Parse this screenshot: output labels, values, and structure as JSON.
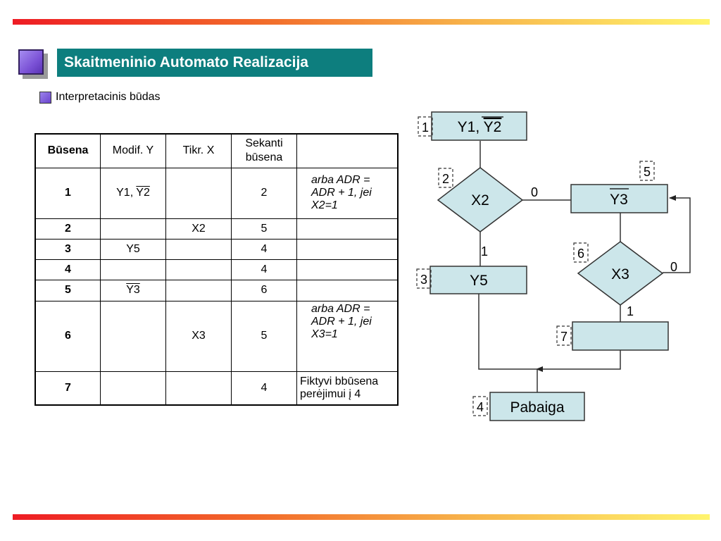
{
  "slide": {
    "title": "Skaitmeninio Automato Realizacija",
    "subtitle": "Interpretacinis būdas"
  },
  "table": {
    "headers": [
      "Būsena",
      "Modif. Y",
      "Tikr. X",
      "Sekanti\nbūsena",
      ""
    ],
    "rows": [
      {
        "state": "1",
        "y_plain": "Y1, ",
        "y_bar": "Y2",
        "x": "",
        "next": "2",
        "note": "arba ADR = ADR + 1, jei X2=1"
      },
      {
        "state": "2",
        "y_plain": "",
        "y_bar": "",
        "x": "X2",
        "next": "5",
        "note": ""
      },
      {
        "state": "3",
        "y_plain": "Y5",
        "y_bar": "",
        "x": "",
        "next": "4",
        "note": ""
      },
      {
        "state": "4",
        "y_plain": "",
        "y_bar": "",
        "x": "",
        "next": "4",
        "note": ""
      },
      {
        "state": "5",
        "y_plain": "",
        "y_bar": "Y3",
        "x": "",
        "next": "6",
        "note": ""
      },
      {
        "state": "6",
        "y_plain": "",
        "y_bar": "",
        "x": "X3",
        "next": "5",
        "note": "arba ADR = ADR + 1, jei X3=1"
      },
      {
        "state": "7",
        "y_plain": "",
        "y_bar": "",
        "x": "",
        "next": "4",
        "note": "Fiktyvi bbūsena perėjimui į 4"
      }
    ]
  },
  "flowchart": {
    "nodes": {
      "start_block": {
        "label_plain": "Y1, ",
        "label_bar": "Y2",
        "tag": "1"
      },
      "cond_x2": {
        "label": "X2",
        "tag": "2"
      },
      "block_y5": {
        "label": "Y5",
        "tag": "3"
      },
      "end_block": {
        "label": "Pabaiga",
        "tag": "4"
      },
      "block_y3": {
        "label": "Y3",
        "tag": "5"
      },
      "cond_x3": {
        "label": "X3",
        "tag": "6"
      },
      "empty_block": {
        "label": "",
        "tag": "7"
      }
    },
    "edge_labels": {
      "x2_false": "0",
      "x2_true": "1",
      "x3_false": "0",
      "x3_true": "1"
    },
    "colors": {
      "block_fill": "#cce6ea",
      "stroke": "#333333"
    }
  },
  "colors": {
    "title_bg": "#0d7e7e",
    "title_text": "#ffffff",
    "accent_square": "#7b52d6"
  }
}
